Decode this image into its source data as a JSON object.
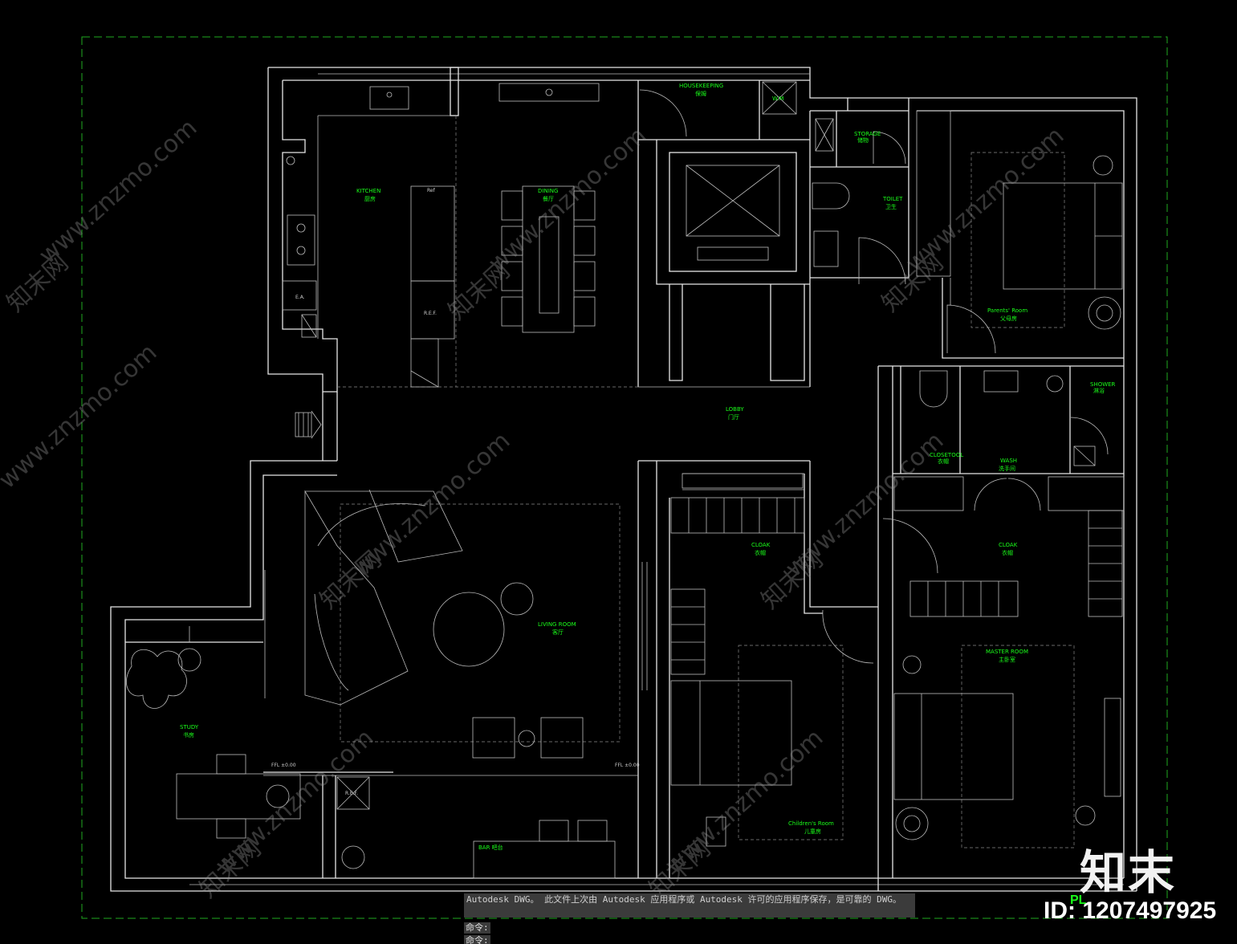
{
  "rooms": {
    "housekeeping": {
      "en": "HOUSEKEEPING",
      "cn": "保姆"
    },
    "wm": {
      "en": "W.M"
    },
    "kitchen": {
      "en": "KITCHEN",
      "cn": "厨房"
    },
    "dining": {
      "en": "DINING",
      "cn": "餐厅"
    },
    "storage_top": {
      "en": "STORAGE",
      "cn": "储物"
    },
    "toilet": {
      "en": "TOILET",
      "cn": "卫生"
    },
    "parents_room": {
      "en": "Parents' Room",
      "cn": "父母房"
    },
    "lobby": {
      "en": "LOBBY",
      "cn": "门厅"
    },
    "shower": {
      "en": "SHOWER",
      "cn": "淋浴"
    },
    "clothing": {
      "en": "CLOSETOOL",
      "cn": "衣帽"
    },
    "wash": {
      "en": "WASH",
      "cn": "洗手间"
    },
    "cloak_left": {
      "en": "CLOAK",
      "cn": "衣帽"
    },
    "cloak_right": {
      "en": "CLOAK",
      "cn": "衣帽"
    },
    "living_room": {
      "en": "LIVING ROOM",
      "cn": "客厅"
    },
    "master_room": {
      "en": "MASTER ROOM",
      "cn": "主卧室"
    },
    "study": {
      "en": "STUDY",
      "cn": "书房"
    },
    "childrens_room": {
      "en": "Children's Room",
      "cn": "儿童房"
    },
    "bar": {
      "en": "BAR 吧台"
    }
  },
  "fixture_labels": {
    "ref_kitchen": "R.E.F.",
    "ea": "E.A.",
    "ref_bar": "R.E.F.",
    "fridge_tag": "Ref",
    "level_left": "FFL ±0.00",
    "level_right": "FFL ±0.00"
  },
  "watermark": {
    "site": "www.znzmo.com",
    "brand_cn": "知末网"
  },
  "command_line": {
    "message": "Autodesk DWG。  此文件上次由 Autodesk 应用程序或 Autodesk 许可的应用程序保存，是可靠的 DWG。",
    "prompt1": "命令:",
    "prompt2": "命令:"
  },
  "brand": {
    "logo": "知末",
    "id": "ID: 1207497925",
    "plan_tag": "PL"
  },
  "colors": {
    "background": "#000000",
    "walls": "#e6e6e6",
    "labels": "#1aff1a",
    "frame": "#1faa1f"
  }
}
